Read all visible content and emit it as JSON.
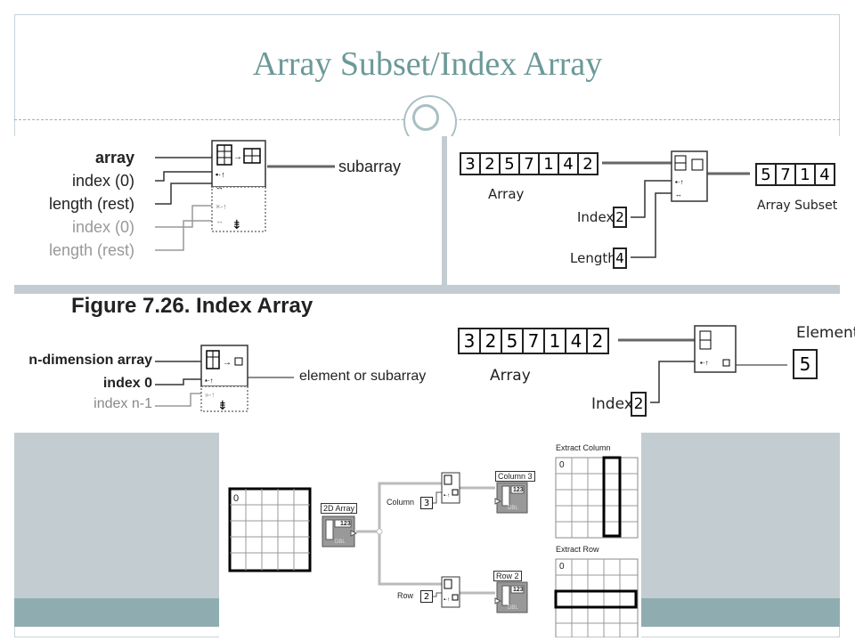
{
  "slide": {
    "title": "Array Subset/Index Array"
  },
  "panel_subset_terminals": {
    "inputs": [
      "array",
      "index (0)",
      "length (rest)",
      "index (0)",
      "length (rest)"
    ],
    "output": "subarray"
  },
  "panel_subset_example": {
    "array_values": [
      "3",
      "2",
      "5",
      "7",
      "1",
      "4",
      "2"
    ],
    "array_label": "Array",
    "index_label": "Index",
    "index_value": "2",
    "length_label": "Length",
    "length_value": "4",
    "subset_values": [
      "5",
      "7",
      "1",
      "4"
    ],
    "subset_label": "Array Subset"
  },
  "figure_caption": "Figure 7.26. Index Array",
  "panel_index_terminals": {
    "inputs": [
      "n-dimension array",
      "index 0",
      "index n-1"
    ],
    "output": "element or subarray"
  },
  "panel_index_example": {
    "array_values": [
      "3",
      "2",
      "5",
      "7",
      "1",
      "4",
      "2"
    ],
    "array_label": "Array",
    "index_label": "Index",
    "index_value": "2",
    "element_label": "Element",
    "element_value": "5"
  },
  "panel_2d": {
    "grid_origin": "0",
    "array_label": "2D Array",
    "column_label": "Column",
    "column_value": "3",
    "row_label": "Row",
    "row_value": "2",
    "out_column_label": "Column 3",
    "out_row_label": "Row 2",
    "type_text": "123",
    "dbl_text": "DBL",
    "extract_column_label": "Extract Column",
    "extract_column_origin": "0",
    "extract_row_label": "Extract Row",
    "extract_row_origin": "0"
  }
}
